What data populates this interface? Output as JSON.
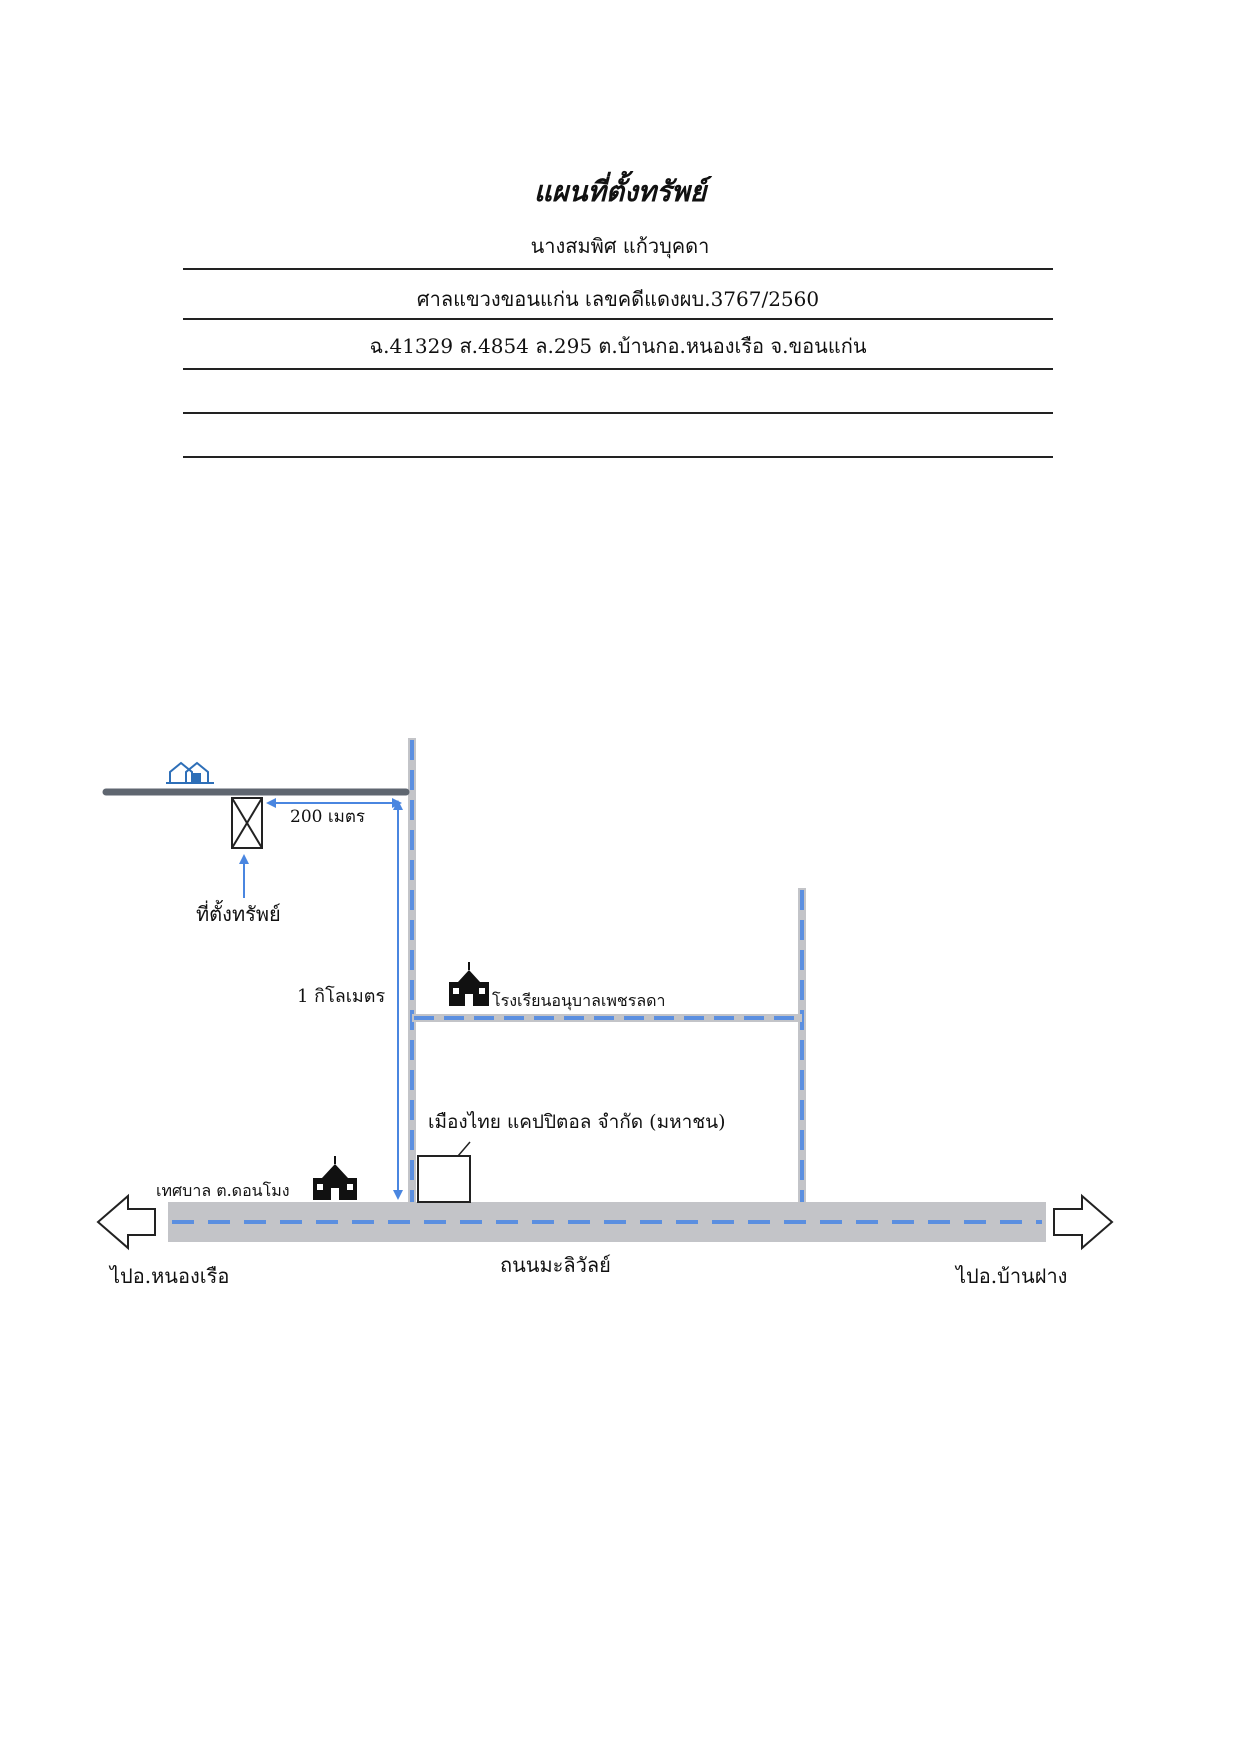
{
  "header": {
    "title": "แผนที่ตั้งทรัพย์",
    "owner": "นางสมพิศ แก้วบุคดา",
    "court_case": "ศาลแขวงขอนแก่น เลขคดีแดงผบ.3767/2560",
    "parcel": "ฉ.41329 ส.4854 ล.295 ต.บ้านกอ.หนองเรือ จ.ขอนแก่น"
  },
  "map": {
    "labels": {
      "distance_200m": "200 เมตร",
      "property_location": "ที่ตั้งทรัพย์",
      "distance_1km": "1 กิโลเมตร",
      "school": "โรงเรียนอนุบาลเพชรลดา",
      "company": "เมืองไทย แคปปิตอล จำกัด (มหาชน)",
      "municipality": "เทศบาล ต.ดอนโมง",
      "to_left": "ไปอ.หนองเรือ",
      "road_name": "ถนนมะลิวัลย์",
      "to_right": "ไปอ.บ้านฝาง"
    },
    "colors": {
      "road_gray": "#c3c4c8",
      "road_dash": "#5b8fe0",
      "dark_road": "#5f6670",
      "arrow_blue": "#4a86e0",
      "house_blue": "#2e6fb8"
    }
  }
}
